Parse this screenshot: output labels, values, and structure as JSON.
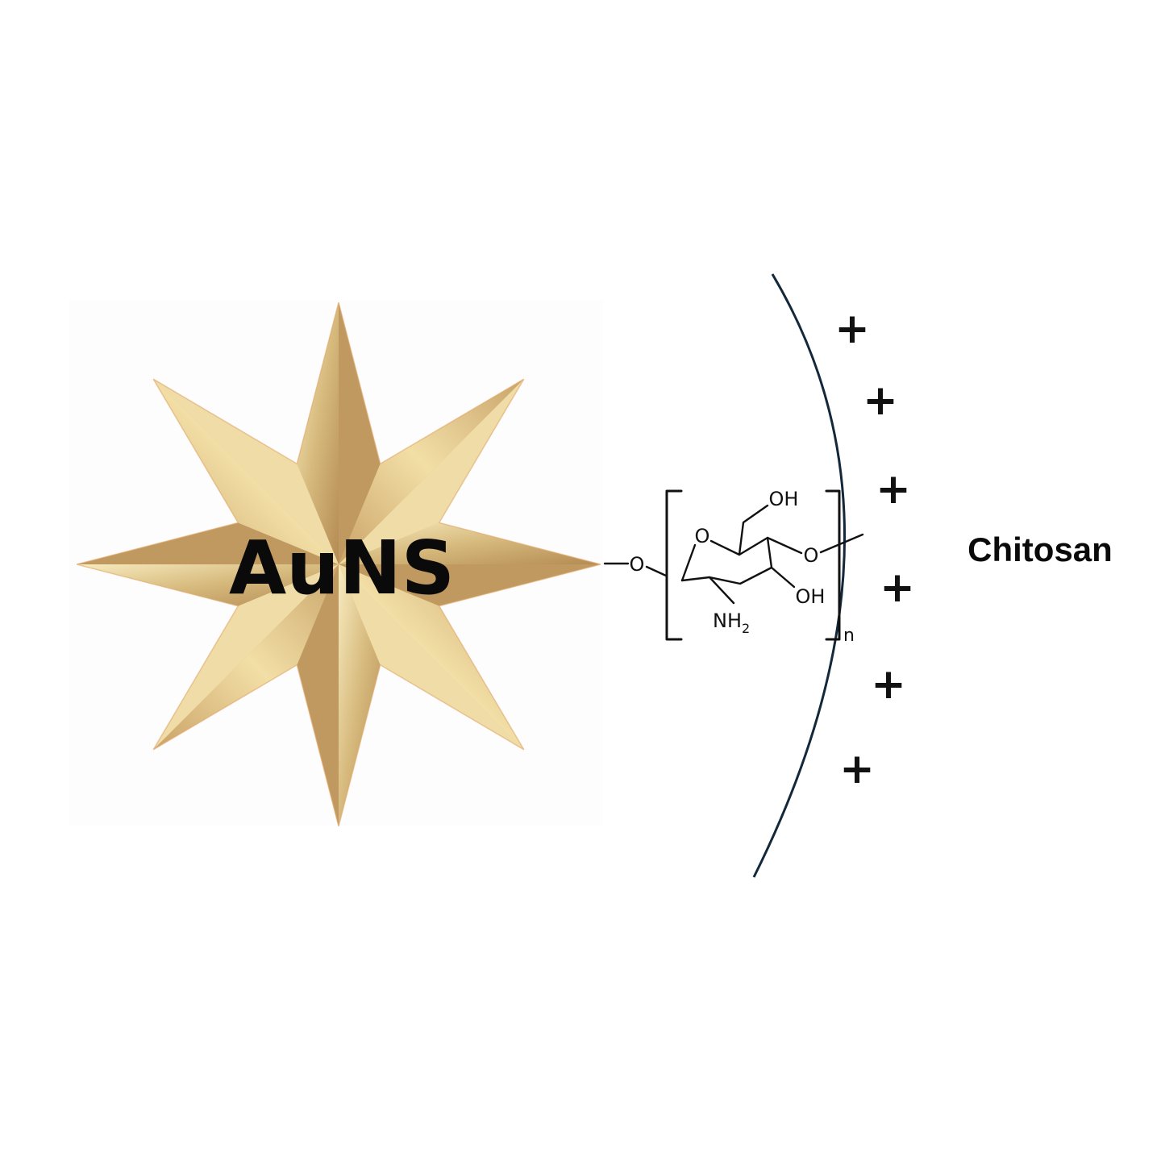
{
  "nanostar": {
    "label": "AuNS",
    "colors": {
      "light": "#f6e7b3",
      "mid": "#d9bd80",
      "dark": "#b58e55",
      "edge": "#e2a96a"
    }
  },
  "polymer": {
    "name": "Chitosan",
    "atoms": {
      "link_o": "O",
      "ring_o": "O",
      "glyco_o": "O",
      "hydroxymethyl": "OH",
      "hydroxyl": "OH",
      "amine": "NH",
      "amine_sub": "2",
      "repeat": "n"
    },
    "line_color": "#111111"
  },
  "surface": {
    "charge_symbol": "+",
    "charges": [
      "+",
      "+",
      "+",
      "+",
      "+",
      "+"
    ],
    "arc_color": "#13283a"
  }
}
